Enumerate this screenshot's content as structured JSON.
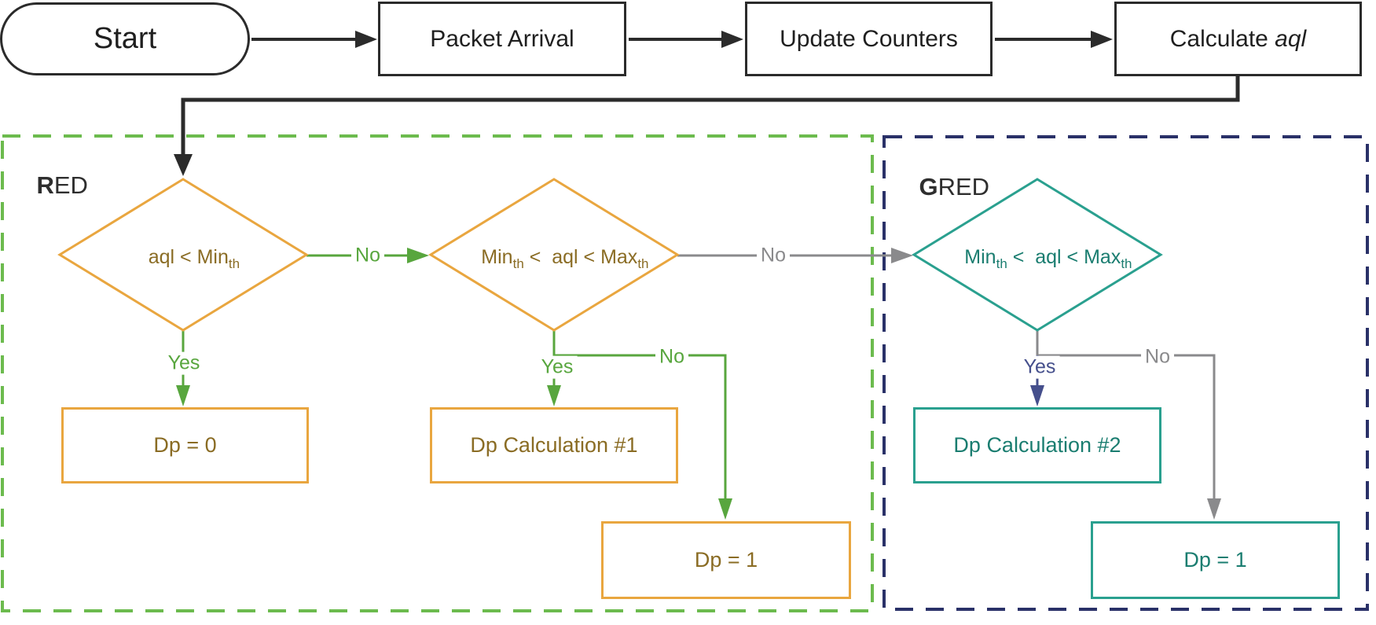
{
  "diagram": {
    "description": "RED / GRED packet-drop decision flowchart"
  },
  "colors": {
    "black": "#2b2b2b",
    "orange_border": "#e9a63f",
    "orange_text": "#8a6c24",
    "teal_border": "#2aa08f",
    "teal_text": "#1a7d70",
    "green_line": "#58a63e",
    "green_border": "#6cbb4e",
    "navy_line": "#454f8c",
    "navy_border": "#2a3168",
    "gray_line": "#8a8a8c"
  },
  "nodes": {
    "start": "Start",
    "packet_arrival": "Packet Arrival",
    "update_counters": "Update Counters",
    "calculate": {
      "pre": "Calculate ",
      "italic": "aql"
    }
  },
  "regions": {
    "red": {
      "bold": "R",
      "rest": "ED"
    },
    "gred": {
      "bold": "G",
      "rest": "RED"
    }
  },
  "decisions": {
    "d1": {
      "pre": "aql < Min",
      "sub": "th"
    },
    "d2": {
      "pre": "Min",
      "sub1": "th",
      "mid": " <  aql < Max",
      "sub2": "th"
    },
    "d3": {
      "pre": "Min",
      "sub1": "th",
      "mid": " <  aql < Max",
      "sub2": "th"
    }
  },
  "results": {
    "dp0": "Dp = 0",
    "dp_calc1": "Dp Calculation #1",
    "dp_calc2": "Dp Calculation #2",
    "dp1_red": "Dp = 1",
    "dp1_gred": "Dp = 1"
  },
  "edges": {
    "d1_yes": "Yes",
    "d1_no": "No",
    "d2_yes": "Yes",
    "d2_no": "No",
    "d2_no_to_gred": "No",
    "d3_yes": "Yes",
    "d3_no": "No"
  }
}
